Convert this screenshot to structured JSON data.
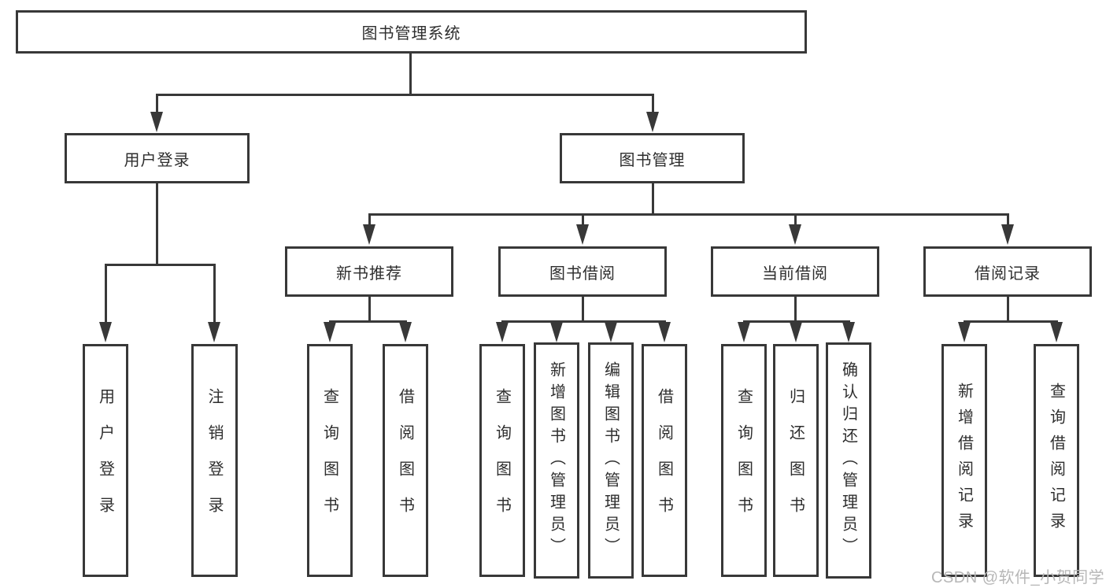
{
  "diagram": {
    "tree": {
      "label": "图书管理系统",
      "children": [
        {
          "label": "用户登录",
          "children": [
            {
              "label": "用户登录"
            },
            {
              "label": "注销登录"
            }
          ]
        },
        {
          "label": "图书管理",
          "children": [
            {
              "label": "新书推荐",
              "children": [
                {
                  "label": "查询图书"
                },
                {
                  "label": "借阅图书"
                }
              ]
            },
            {
              "label": "图书借阅",
              "children": [
                {
                  "label": "查询图书"
                },
                {
                  "label": "新增图书（管理员）"
                },
                {
                  "label": "编辑图书（管理员）"
                },
                {
                  "label": "借阅图书"
                }
              ]
            },
            {
              "label": "当前借阅",
              "children": [
                {
                  "label": "查询图书"
                },
                {
                  "label": "归还图书"
                },
                {
                  "label": "确认归还（管理员）"
                }
              ]
            },
            {
              "label": "借阅记录",
              "children": [
                {
                  "label": "新增借阅记录"
                },
                {
                  "label": "查询借阅记录"
                }
              ]
            }
          ]
        }
      ]
    },
    "colors": {
      "line": "#383838",
      "text": "#2e2e2e",
      "background": "#ffffff",
      "watermark": "#b7b7b7"
    }
  },
  "watermark": {
    "text": "CSDN @软件_小贺同学"
  }
}
